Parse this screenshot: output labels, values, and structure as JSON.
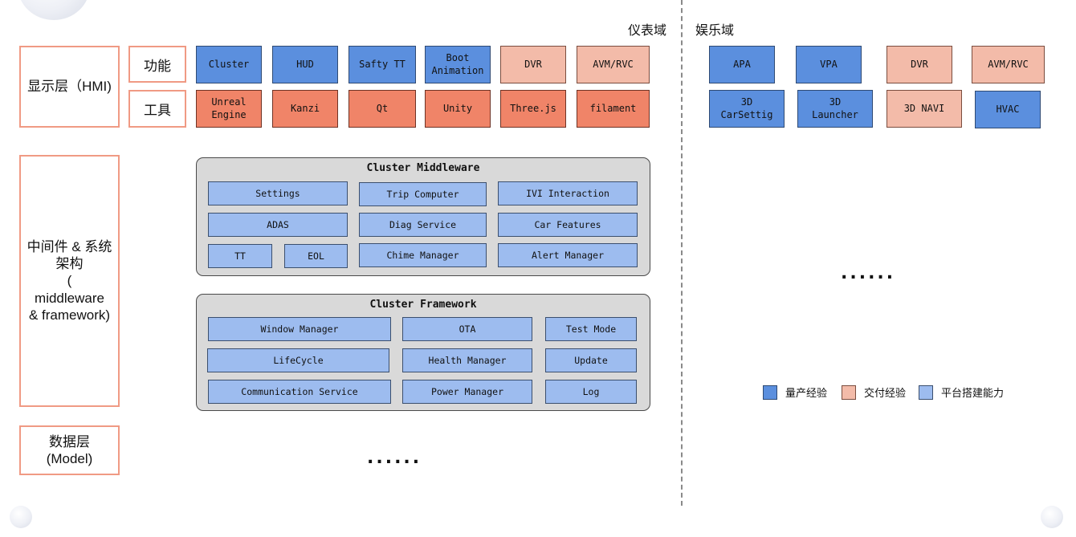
{
  "domains": {
    "cluster": "仪表域",
    "entertainment": "娱乐域"
  },
  "layers": {
    "hmi": "显示层（HMI)",
    "middleware": "中间件 & 系统架构\n(\nmiddleware\n& framework)",
    "data": "数据层\n(Model)"
  },
  "hmi_rows": {
    "function": "功能",
    "tools": "工具"
  },
  "cluster_function": [
    "Cluster",
    "HUD",
    "Safty TT",
    "Boot\nAnimation",
    "DVR",
    "AVM/RVC"
  ],
  "cluster_tools": [
    "Unreal\nEngine",
    "Kanzi",
    "Qt",
    "Unity",
    "Three.js",
    "filament"
  ],
  "entertainment_row1": [
    "APA",
    "VPA",
    "DVR",
    "AVM/RVC"
  ],
  "entertainment_row2": [
    "3D\nCarSettig",
    "3D\nLauncher",
    "3D NAVI",
    "HVAC"
  ],
  "middleware": {
    "title": "Cluster Middleware",
    "items": [
      "Settings",
      "Trip Computer",
      "IVI Interaction",
      "ADAS",
      "Diag Service",
      "Car Features",
      "TT",
      "EOL",
      "Chime Manager",
      "Alert Manager"
    ]
  },
  "framework": {
    "title": "Cluster Framework",
    "items": [
      "Window Manager",
      "OTA",
      "Test Mode",
      "LifeCycle",
      "Health Manager",
      "Update",
      "Communication Service",
      "Power Manager",
      "Log"
    ]
  },
  "ellipsis": "......",
  "legend": [
    {
      "label": "量产经验",
      "color": "#5b8fde"
    },
    {
      "label": "交付经验",
      "color": "#f3bba9"
    },
    {
      "label": "平台搭建能力",
      "color": "#9dbcef"
    }
  ]
}
